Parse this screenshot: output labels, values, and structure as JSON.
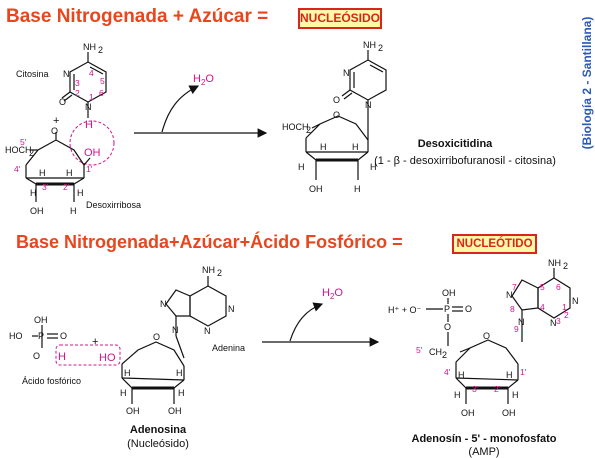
{
  "section1": {
    "title": "Base Nitrogenada + Azúcar =",
    "badge": "NUCLEÓSIDO",
    "cytosine_label": "Citosina",
    "sugar_label": "Desoxirribosa",
    "water": "H",
    "water_sub": "2",
    "water_o": "O",
    "product_name": "Desoxicitidina",
    "product_sub": "(1 - β - desoxirribofuranosil - citosina)"
  },
  "section2": {
    "title": "Base Nitrogenada+Azúcar+Ácido Fosfórico =",
    "badge": "NUCLEÓTIDO",
    "phosphoric_label": "Ácido fosfórico",
    "adenine_label": "Adenina",
    "reactant_name": "Adenosina",
    "reactant_sub": "(Nucleósido)",
    "water": "H",
    "water_sub": "2",
    "water_o": "O",
    "ions": "H⁺ + O⁻",
    "product_name": "Adenosín - 5' - monofosfato",
    "product_sub": "(AMP)"
  },
  "source": "(Biología 2 - Santillana)",
  "colors": {
    "title": "#e8461c",
    "badge_border": "#d9261c",
    "badge_fill": "#fff8a8",
    "magenta": "#d4148c",
    "source": "#2a5ab8"
  }
}
